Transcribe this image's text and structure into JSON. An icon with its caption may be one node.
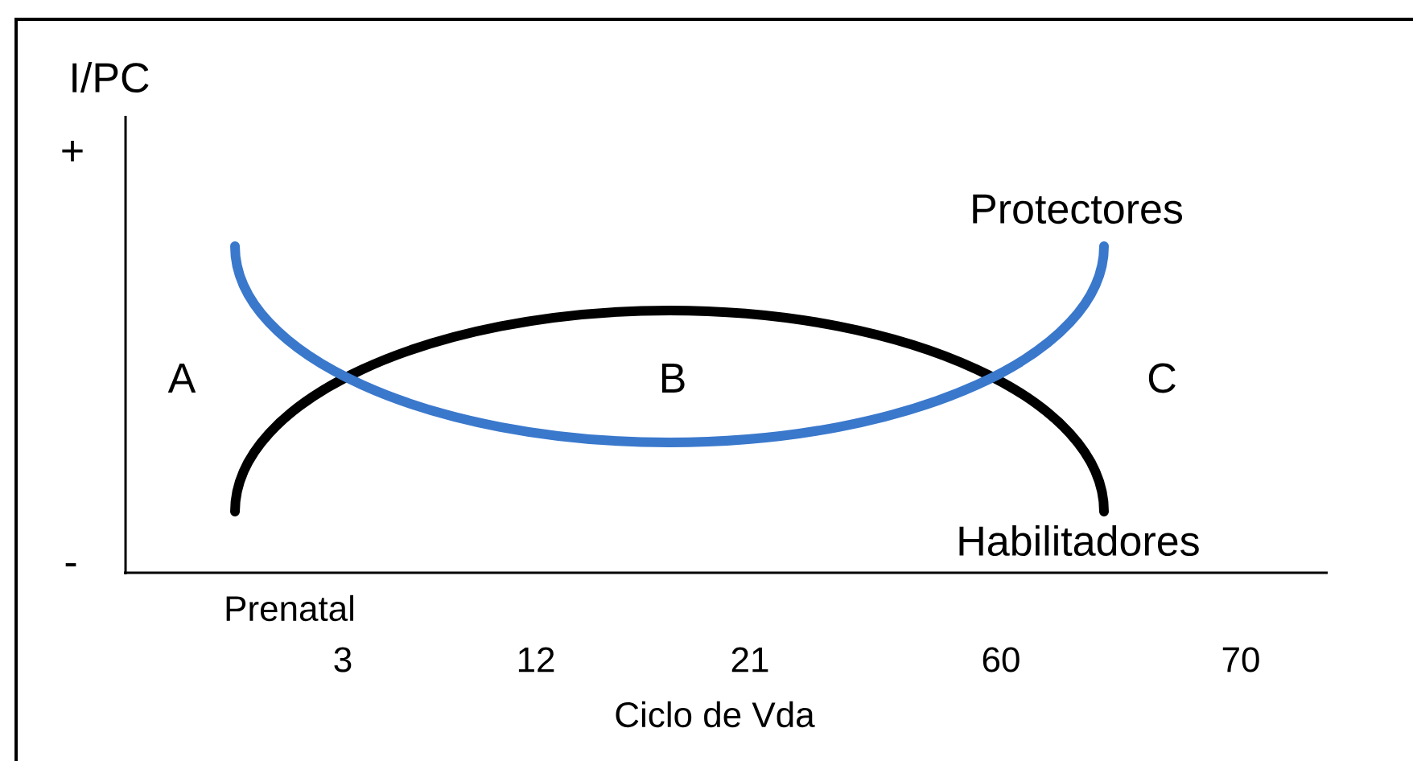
{
  "diagram": {
    "labels": [
      "I/PC",
      "+",
      "Protectores",
      "A",
      "B",
      "C",
      "Habilitadores",
      "-",
      "Prenatal",
      "3",
      "12",
      "21",
      "60",
      "70",
      "Ciclo de Vda"
    ]
  }
}
